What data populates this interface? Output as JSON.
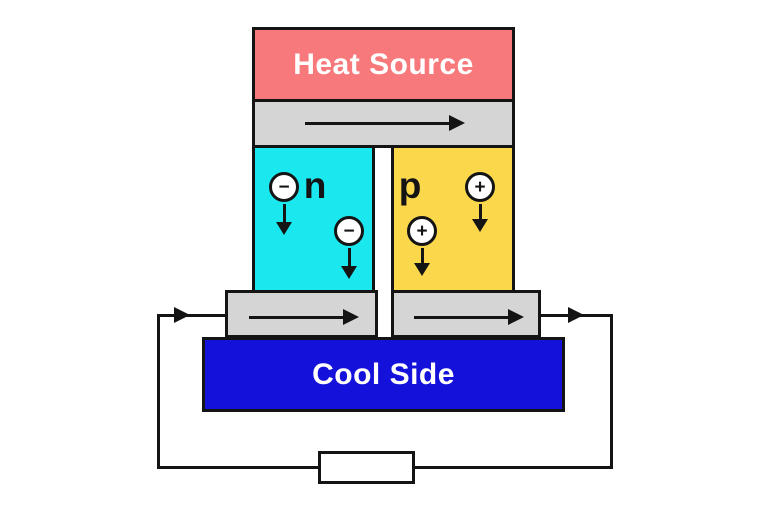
{
  "diagram": {
    "type": "thermoelectric-generator",
    "heat_source_label": "Heat Source",
    "cool_side_label": "Cool Side",
    "n_leg": {
      "label": "n",
      "carriers": [
        {
          "symbol": "−"
        },
        {
          "symbol": "−"
        }
      ]
    },
    "p_leg": {
      "label": "p",
      "carriers": [
        {
          "symbol": "+"
        },
        {
          "symbol": "+"
        }
      ]
    },
    "colors": {
      "heat_source": "#F8797B",
      "conductor": "#D5D5D5",
      "n_type": "#1BE7EF",
      "p_type": "#FBD74B",
      "cool_side": "#1411DB",
      "wire": "#141414",
      "label_text": "#FFFFFF",
      "background": "#FFFFFF"
    }
  }
}
